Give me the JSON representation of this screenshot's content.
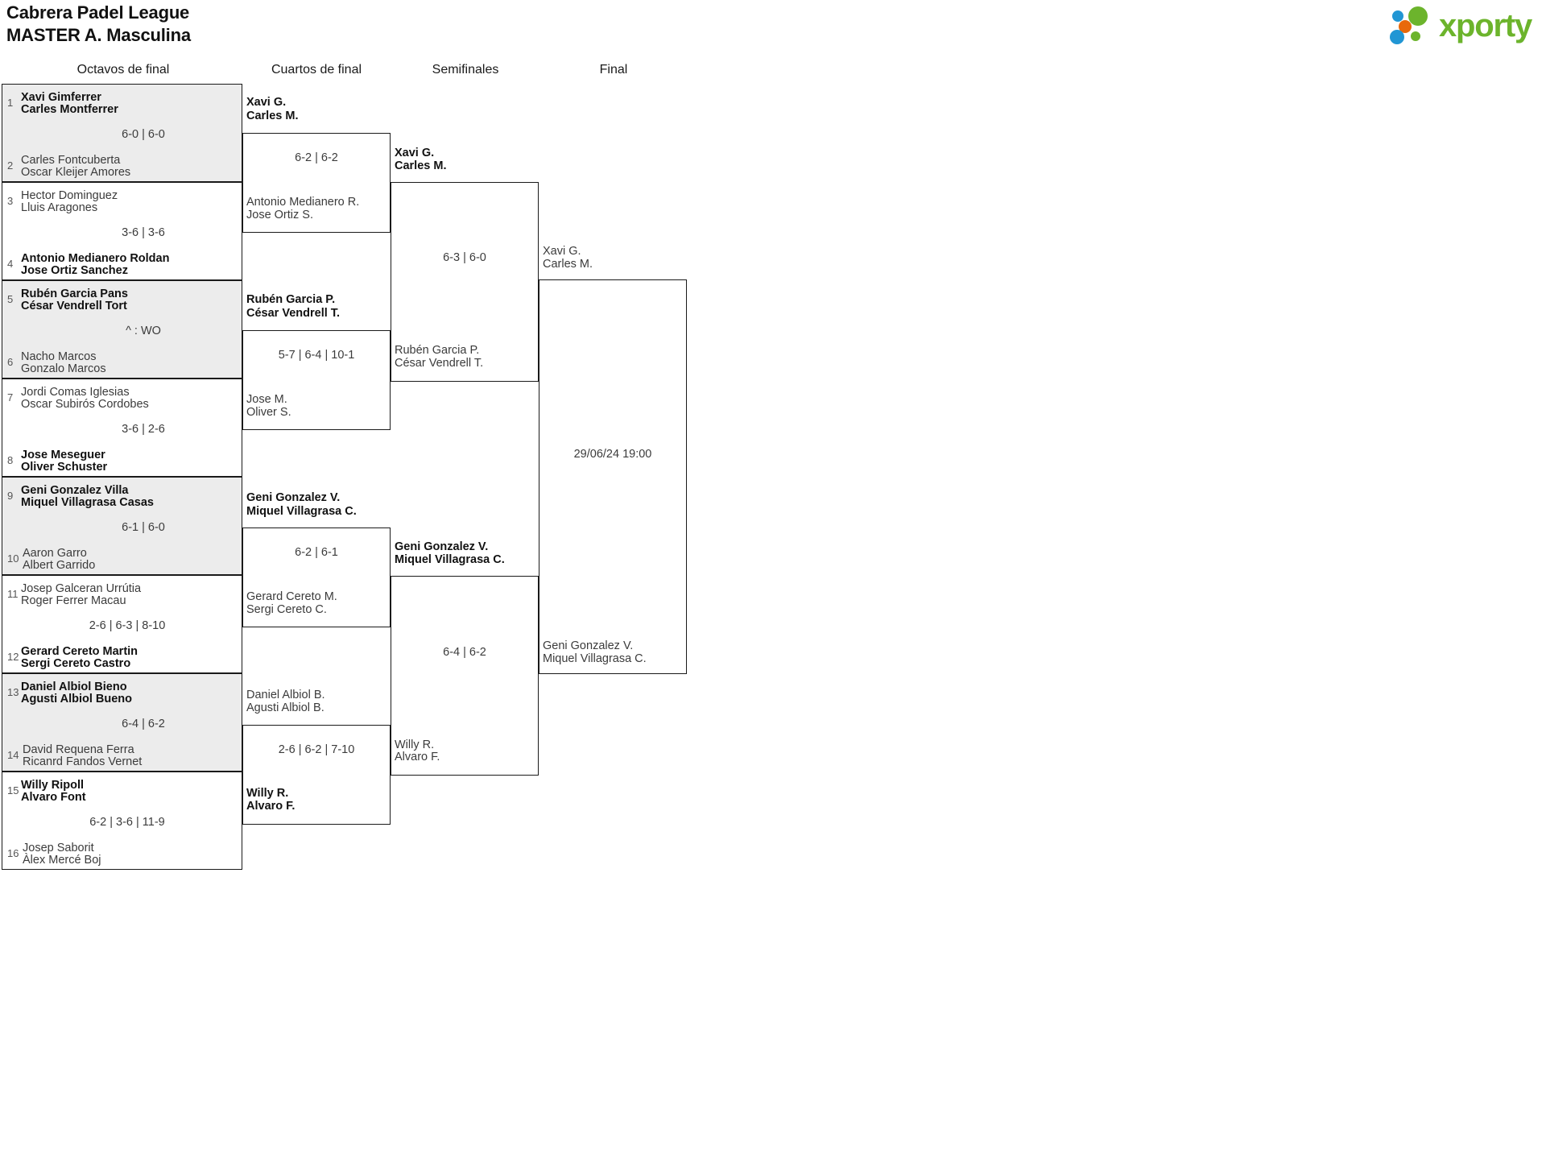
{
  "header": {
    "league_name": "Cabrera Padel League",
    "category": "MASTER A. Masculina",
    "logo_word": "xporty",
    "logo_colors": {
      "green": "#6cb42c",
      "blue": "#2196d4",
      "orange": "#e8690b"
    }
  },
  "rounds": [
    {
      "id": "r16",
      "label": "Octavos de final"
    },
    {
      "id": "qf",
      "label": "Cuartos de final"
    },
    {
      "id": "sf",
      "label": "Semifinales"
    },
    {
      "id": "final",
      "label": "Final"
    }
  ],
  "round_of_16": [
    {
      "shaded": true,
      "top": {
        "seed": "1",
        "p1": "Xavi Gimferrer",
        "p2": "Carles Montferrer",
        "winner": true
      },
      "bottom": {
        "seed": "2",
        "p1": "Carles Fontcuberta",
        "p2": "Oscar Kleijer Amores",
        "winner": false
      },
      "score": "6-0 | 6-0"
    },
    {
      "shaded": false,
      "top": {
        "seed": "3",
        "p1": "Hector Dominguez",
        "p2": "Lluis Aragones",
        "winner": false
      },
      "bottom": {
        "seed": "4",
        "p1": "Antonio Medianero Roldan",
        "p2": "Jose Ortiz Sanchez",
        "winner": true
      },
      "score": "3-6 | 3-6"
    },
    {
      "shaded": true,
      "top": {
        "seed": "5",
        "p1": "Rubén Garcia Pans",
        "p2": "César Vendrell Tort",
        "winner": true
      },
      "bottom": {
        "seed": "6",
        "p1": "Nacho Marcos",
        "p2": "Gonzalo Marcos",
        "winner": false
      },
      "score": "^ : WO"
    },
    {
      "shaded": false,
      "top": {
        "seed": "7",
        "p1": "Jordi Comas Iglesias",
        "p2": "Oscar Subirós Cordobes",
        "winner": false
      },
      "bottom": {
        "seed": "8",
        "p1": "Jose Meseguer",
        "p2": "Oliver Schuster",
        "winner": true
      },
      "score": "3-6 | 2-6"
    },
    {
      "shaded": true,
      "top": {
        "seed": "9",
        "p1": "Geni Gonzalez Villa",
        "p2": "Miquel Villagrasa Casas",
        "winner": true
      },
      "bottom": {
        "seed": "10",
        "p1": "Aaron Garro",
        "p2": "Albert Garrido",
        "winner": false
      },
      "score": "6-1 | 6-0"
    },
    {
      "shaded": false,
      "top": {
        "seed": "11",
        "p1": "Josep Galceran Urrútia",
        "p2": "Roger Ferrer Macau",
        "winner": false
      },
      "bottom": {
        "seed": "12",
        "p1": "Gerard Cereto Martin",
        "p2": "Sergi Cereto Castro",
        "winner": true
      },
      "score": "2-6 | 6-3 | 8-10"
    },
    {
      "shaded": true,
      "top": {
        "seed": "13",
        "p1": "Daniel Albiol Bieno",
        "p2": "Agusti Albiol Bueno",
        "winner": true
      },
      "bottom": {
        "seed": "14",
        "p1": "David Requena Ferra",
        "p2": "Ricanrd Fandos Vernet",
        "winner": false
      },
      "score": "6-4 | 6-2"
    },
    {
      "shaded": false,
      "top": {
        "seed": "15",
        "p1": "Willy Ripoll",
        "p2": "Alvaro Font",
        "winner": true
      },
      "bottom": {
        "seed": "16",
        "p1": "Josep Saborit",
        "p2": "Àlex Mercé Boj",
        "winner": false
      },
      "score": "6-2 | 3-6 | 11-9"
    }
  ],
  "quarterfinals": [
    {
      "top": {
        "p1": "Xavi G.",
        "p2": "Carles M.",
        "winner": true
      },
      "bottom": {
        "p1": "Antonio Medianero R.",
        "p2": "Jose Ortiz S.",
        "winner": false
      },
      "score": "6-2 | 6-2"
    },
    {
      "top": {
        "p1": "Rubén Garcia P.",
        "p2": "César Vendrell T.",
        "winner": true
      },
      "bottom": {
        "p1": "Jose M.",
        "p2": "Oliver S.",
        "winner": false
      },
      "score": "5-7 | 6-4 | 10-1"
    },
    {
      "top": {
        "p1": "Geni Gonzalez V.",
        "p2": "Miquel Villagrasa C.",
        "winner": true
      },
      "bottom": {
        "p1": "Gerard Cereto M.",
        "p2": "Sergi Cereto C.",
        "winner": false
      },
      "score": "6-2 | 6-1"
    },
    {
      "top": {
        "p1": "Daniel Albiol B.",
        "p2": "Agusti Albiol B.",
        "winner": false
      },
      "bottom": {
        "p1": "Willy R.",
        "p2": "Alvaro F.",
        "winner": true
      },
      "score": "2-6 | 6-2 | 7-10"
    }
  ],
  "semifinals": [
    {
      "top": {
        "p1": "Xavi G.",
        "p2": "Carles M.",
        "winner": true
      },
      "bottom": {
        "p1": "Rubén Garcia P.",
        "p2": "César Vendrell T.",
        "winner": false
      },
      "score": "6-3 | 6-0"
    },
    {
      "top": {
        "p1": "Geni Gonzalez V.",
        "p2": "Miquel Villagrasa C.",
        "winner": true
      },
      "bottom": {
        "p1": "Willy R.",
        "p2": "Alvaro F.",
        "winner": false
      },
      "score": "6-4 | 6-2"
    }
  ],
  "final": {
    "top": {
      "p1": "Xavi G.",
      "p2": "Carles M.",
      "winner": false
    },
    "bottom": {
      "p1": "Geni Gonzalez V.",
      "p2": "Miquel Villagrasa C.",
      "winner": false
    },
    "score": "29/06/24 19:00"
  }
}
